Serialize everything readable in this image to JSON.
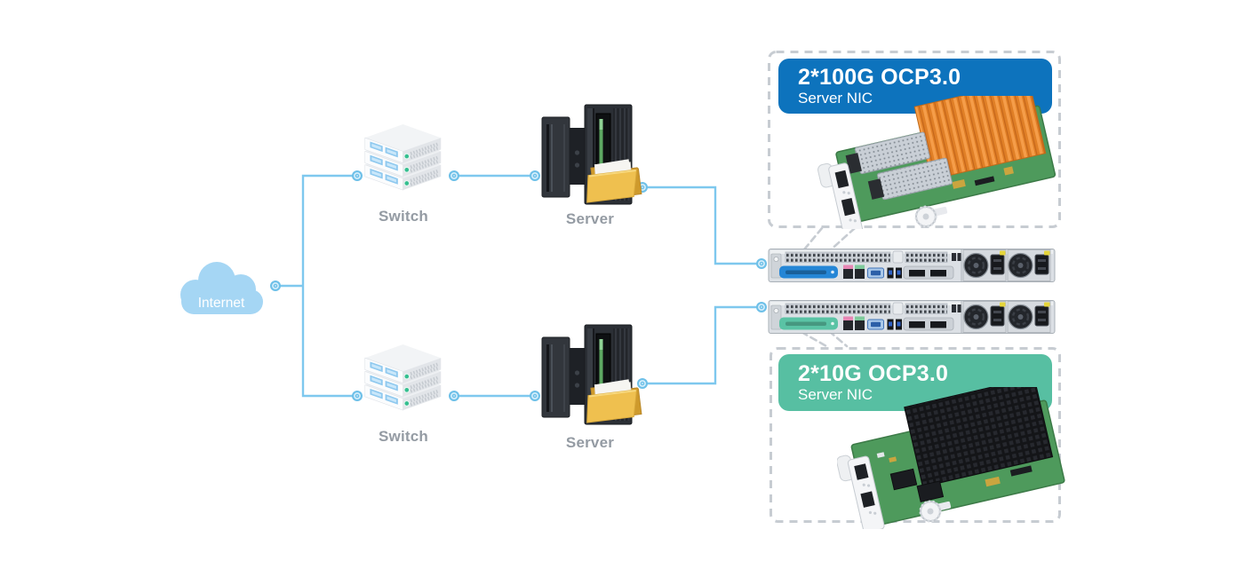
{
  "diagram": {
    "internet": {
      "label": "Internet",
      "icon": "cloud-icon"
    },
    "switches": [
      {
        "label": "Switch",
        "icon": "switch-stack-icon"
      },
      {
        "label": "Switch",
        "icon": "switch-stack-icon"
      }
    ],
    "servers": [
      {
        "label": "Server",
        "icon": "server-tower-folder-icon"
      },
      {
        "label": "Server",
        "icon": "server-tower-folder-icon"
      }
    ],
    "racks": [
      {
        "name": "1U rack server rear with OCP3.0 NIC slot highlighted",
        "highlight_color": "#2586d6"
      },
      {
        "name": "1U rack server rear with OCP3.0 NIC slot highlighted",
        "highlight_color": "#5ac3a5"
      }
    ],
    "nic_cards": [
      {
        "title": "2*100G OCP3.0",
        "subtitle": "Server NIC",
        "badge_color": "#0d73bd",
        "card": "orange-heatsink-qsfp28-nic"
      },
      {
        "title": "2*10G OCP3.0",
        "subtitle": "Server NIC",
        "badge_color": "#57bfa2",
        "card": "black-heatsink-rj45-nic"
      }
    ],
    "colors": {
      "wire": "#7ec8ee",
      "connector": "#6ec0e8",
      "dashed_outline": "#c7ccd2",
      "node_label": "#949ba3",
      "cloud": "#a5d6f4"
    }
  }
}
